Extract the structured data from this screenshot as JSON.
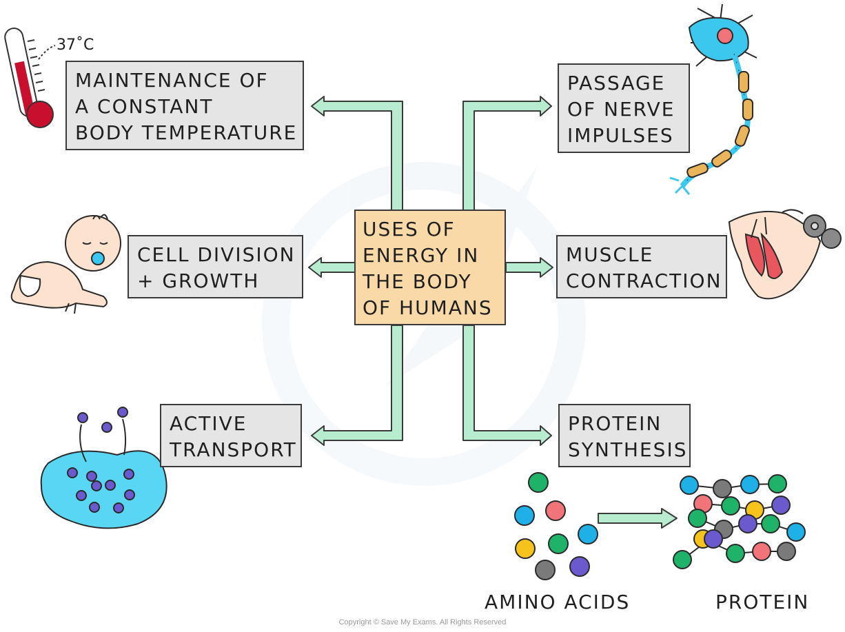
{
  "center": {
    "lines": [
      "USES OF",
      "ENERGY IN",
      "THE BODY",
      "OF HUMANS"
    ]
  },
  "uses": {
    "temperature": {
      "lines": [
        "MAINTENANCE OF",
        "A CONSTANT",
        "BODY TEMPERATURE"
      ]
    },
    "nerve": {
      "lines": [
        "PASSAGE",
        "OF NERVE",
        "IMPULSES"
      ]
    },
    "growth": {
      "lines": [
        "CELL DIVISION",
        "+ GROWTH"
      ]
    },
    "muscle": {
      "lines": [
        "MUSCLE",
        "CONTRACTION"
      ]
    },
    "transport": {
      "lines": [
        "ACTIVE",
        "TRANSPORT"
      ]
    },
    "protein": {
      "lines": [
        "PROTEIN",
        "SYNTHESIS"
      ]
    }
  },
  "thermometer": {
    "label": "37˚C"
  },
  "captions": {
    "amino_acids": "AMINO ACIDS",
    "protein": "PROTEIN"
  },
  "copyright": "Copyright © Save My Exams. All Rights Reserved",
  "colors": {
    "box_fill": "#e5e5e5",
    "center_fill": "#fad9a8",
    "arrow_fill": "#b7ecd0",
    "arrow_stroke": "#3a3a3a",
    "molecule_green": "#1fb36a",
    "molecule_blue": "#1fb0e8",
    "molecule_pink": "#f07479",
    "molecule_yellow": "#f6c31c",
    "molecule_grey": "#7a7a7a",
    "molecule_purple": "#6a5acd",
    "cell_fill": "#5ad6f5",
    "thermometer_red": "#c8102e"
  }
}
